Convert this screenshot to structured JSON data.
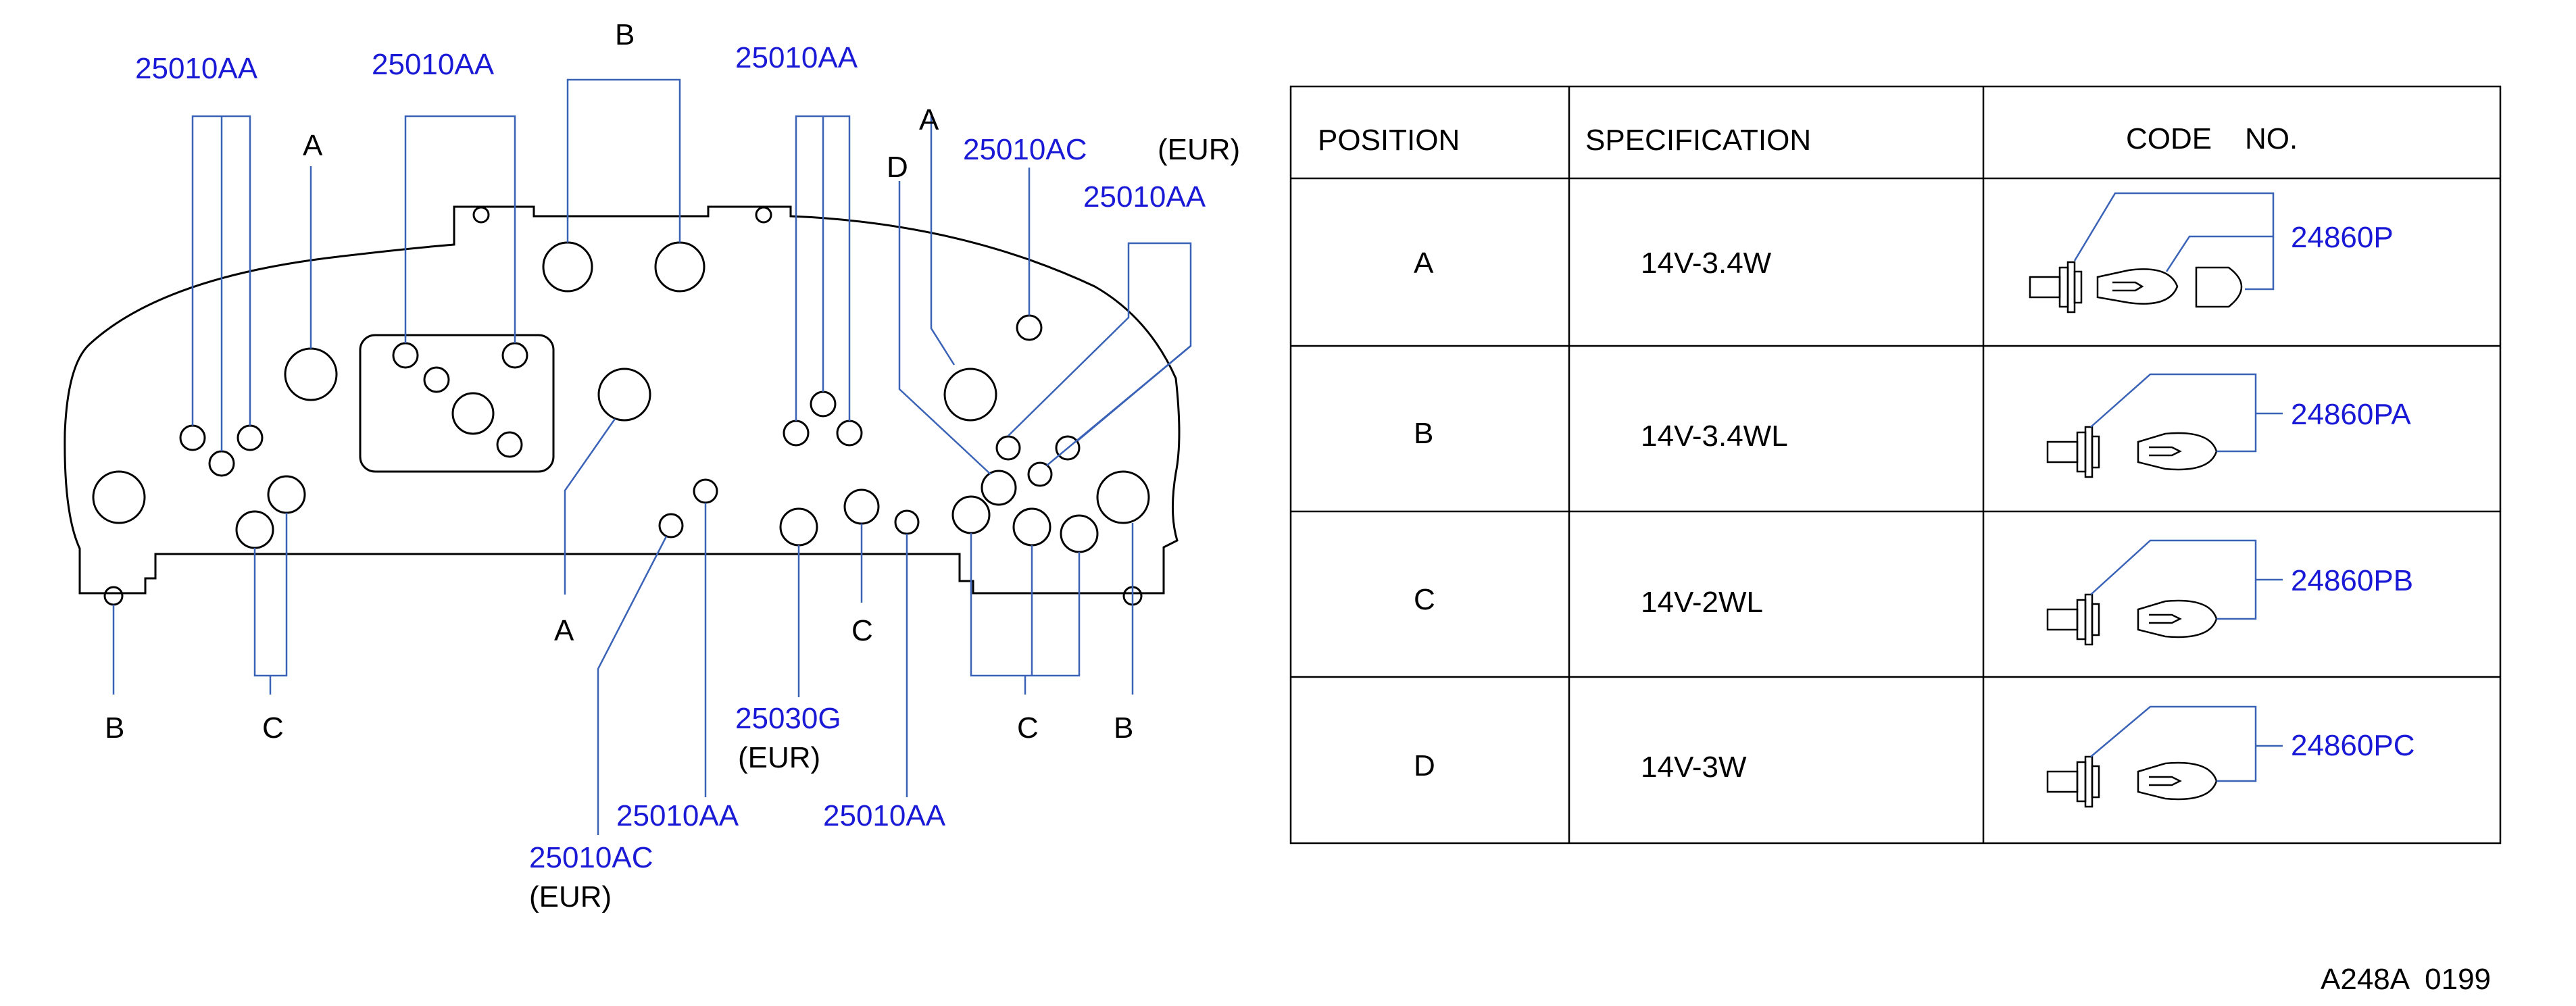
{
  "diagram": {
    "labels": {
      "pn_25010AA": "25010AA",
      "pn_25010AC": "25010AC",
      "pn_25030G": "25030G",
      "eur": "(EUR)",
      "pos_a": "A",
      "pos_b": "B",
      "pos_c": "C",
      "pos_d": "D"
    }
  },
  "table": {
    "headers": {
      "position": "POSITION",
      "specification": "SPECIFICATION",
      "code_no": "CODE    NO."
    },
    "rows": [
      {
        "position": "A",
        "specification": "14V-3.4W",
        "code": "24860P"
      },
      {
        "position": "B",
        "specification": "14V-3.4WL",
        "code": "24860PA"
      },
      {
        "position": "C",
        "specification": "14V-2WL",
        "code": "24860PB"
      },
      {
        "position": "D",
        "specification": "14V-3W",
        "code": "24860PC"
      }
    ]
  },
  "footer": {
    "drawing_id": "A248A  0199"
  },
  "colors": {
    "line": "#3a63b8",
    "callout_text": "#1a1ad6",
    "ink": "#000000"
  }
}
